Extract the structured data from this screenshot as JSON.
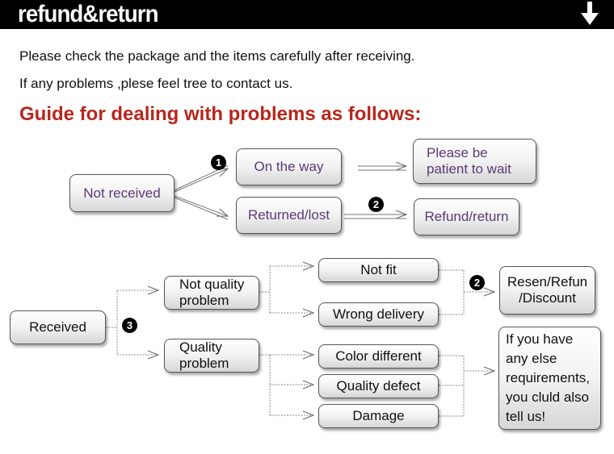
{
  "header": {
    "title": "refund&return"
  },
  "intro": {
    "line1": "Please check the package and the items carefully after receiving.",
    "line2": "If any problems ,plese feel tree to contact us."
  },
  "guide_title": "Guide for dealing with problems as follows:",
  "not_received": {
    "label": "Not received",
    "on_the_way": "On the way",
    "returned_lost": "Returned/lost",
    "patient_line1": "Please be",
    "patient_line2": "patient to wait",
    "refund_return": "Refund/return",
    "badge_1": "1",
    "badge_2": "2"
  },
  "received": {
    "label": "Received",
    "badge_3": "3",
    "badge_2": "2",
    "not_quality_line1": "Not quality",
    "not_quality_line2": "problem",
    "quality_line1": "Quality",
    "quality_line2": "problem",
    "not_fit": "Not fit",
    "wrong_delivery": "Wrong delivery",
    "color_different": "Color different",
    "quality_defect": "Quality defect",
    "damage": "Damage",
    "resend_line1": "Resen/Refun",
    "resend_line2": "/Discount",
    "else_lines": [
      "If you have",
      "any else",
      "requirements,",
      "you cluld also",
      "tell us!"
    ]
  },
  "colors": {
    "banner": "#000000",
    "guide_title": "#b8261c",
    "box_text_purple": "#5c3a78"
  }
}
